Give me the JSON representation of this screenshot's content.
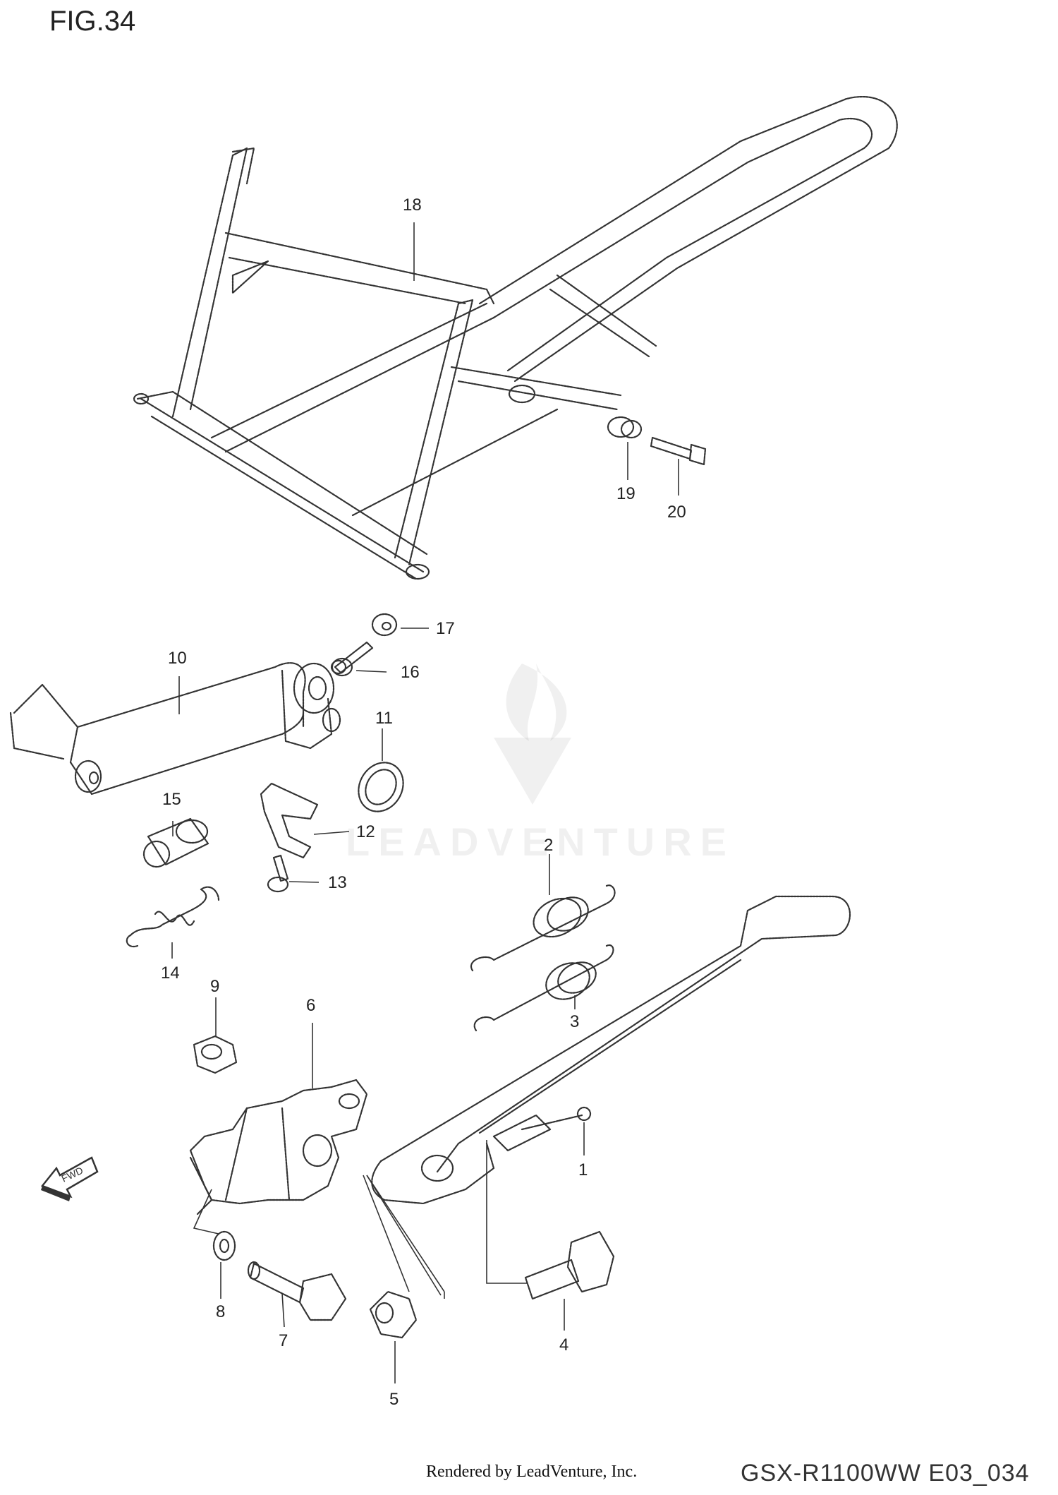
{
  "figure": {
    "title": "FIG.34"
  },
  "footer": {
    "credit": "Rendered by LeadVenture, Inc.",
    "code": "GSX-R1100WW  E03_034"
  },
  "watermark": {
    "text": "LEADVENTURE"
  },
  "fwd_arrow": {
    "label": "FWD"
  },
  "callouts": [
    {
      "id": "1",
      "label": "1"
    },
    {
      "id": "2",
      "label": "2"
    },
    {
      "id": "3",
      "label": "3"
    },
    {
      "id": "4",
      "label": "4"
    },
    {
      "id": "5",
      "label": "5"
    },
    {
      "id": "6",
      "label": "6"
    },
    {
      "id": "7",
      "label": "7"
    },
    {
      "id": "8",
      "label": "8"
    },
    {
      "id": "9",
      "label": "9"
    },
    {
      "id": "10",
      "label": "10"
    },
    {
      "id": "11",
      "label": "11"
    },
    {
      "id": "12",
      "label": "12"
    },
    {
      "id": "13",
      "label": "13"
    },
    {
      "id": "14",
      "label": "14"
    },
    {
      "id": "15",
      "label": "15"
    },
    {
      "id": "16",
      "label": "16"
    },
    {
      "id": "17",
      "label": "17"
    },
    {
      "id": "18",
      "label": "18"
    },
    {
      "id": "19",
      "label": "19"
    },
    {
      "id": "20",
      "label": "20"
    }
  ]
}
